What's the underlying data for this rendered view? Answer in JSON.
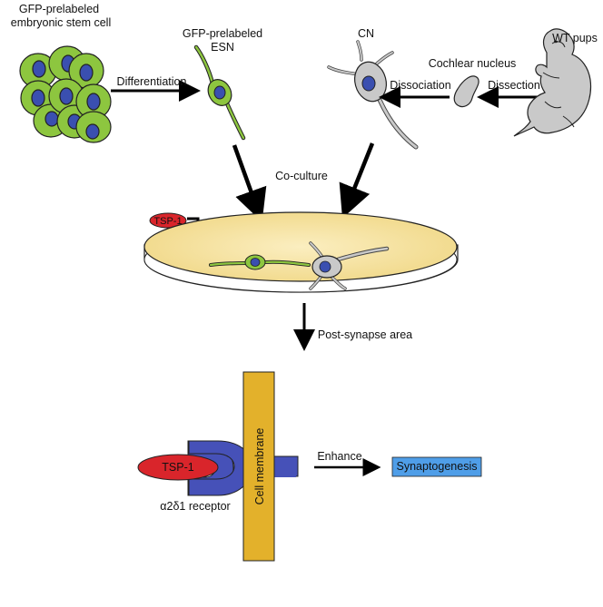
{
  "labels": {
    "stem_cell_line1": "GFP-prelabeled",
    "stem_cell_line2": "embryonic stem cell",
    "esn_line1": "GFP-prelabeled",
    "esn_line2": "ESN",
    "cn": "CN",
    "wt_pups": "WT pups",
    "cochlear_nucleus": "Cochlear nucleus",
    "differentiation": "Differentiation",
    "dissociation": "Dissociation",
    "dissection": "Dissection",
    "co_culture": "Co-culture",
    "tsp1_small": "TSP-1",
    "post_synapse_area": "Post-synapse area",
    "cell_membrane": "Cell membrane",
    "tsp1_large": "TSP-1",
    "receptor": "α2δ1 receptor",
    "enhance": "Enhance",
    "synaptogenesis": "Synaptogenesis"
  },
  "colors": {
    "gfp_green": "#8dc63f",
    "nucleus_blue": "#3a4fb0",
    "cn_gray": "#c9c9c9",
    "tsp_red": "#d9252b",
    "receptor_blue": "#4651b8",
    "membrane_gold": "#e3b12b",
    "dish_fill": "#f6e3a2",
    "synapto_blue": "#4f9ee8"
  }
}
